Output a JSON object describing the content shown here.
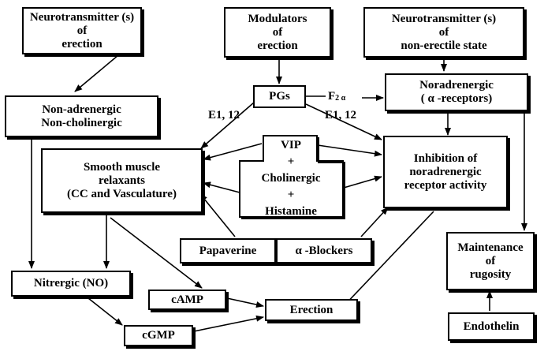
{
  "nodes": {
    "nt_erection": [
      "Neurotransmitter (s)",
      "of",
      "erection"
    ],
    "modulators": [
      "Modulators",
      "of",
      "erection"
    ],
    "nt_nonerectile": [
      "Neurotransmitter (s)",
      "of",
      "non-erectile state"
    ],
    "nanc": [
      "Non-adrenergic",
      "Non-cholinergic"
    ],
    "pgs": "PGs",
    "noradrenergic": [
      "Noradrenergic",
      "( α -receptors)"
    ],
    "smooth_muscle": [
      "Smooth muscle",
      "relaxants",
      "(CC and Vasculature)"
    ],
    "vip": [
      "VIP",
      "+",
      "Cholinergic",
      "+",
      "Histamine"
    ],
    "inhibition": [
      "Inhibition of",
      "noradrenergic",
      "receptor activity"
    ],
    "papaverine": "Papaverine",
    "alpha_blockers": "α -Blockers",
    "maintenance": [
      "Maintenance",
      "of",
      "rugosity"
    ],
    "nitrergic": "Nitrergic (NO)",
    "camp": "cAMP",
    "erection": "Erection",
    "cgmp": "cGMP",
    "endothelin": "Endothelin"
  },
  "edge_labels": {
    "e1_12_left": "E1, 12",
    "e1_12_right": "E1, 12",
    "f2a_main": "F",
    "f2a_sub": "2 α"
  }
}
